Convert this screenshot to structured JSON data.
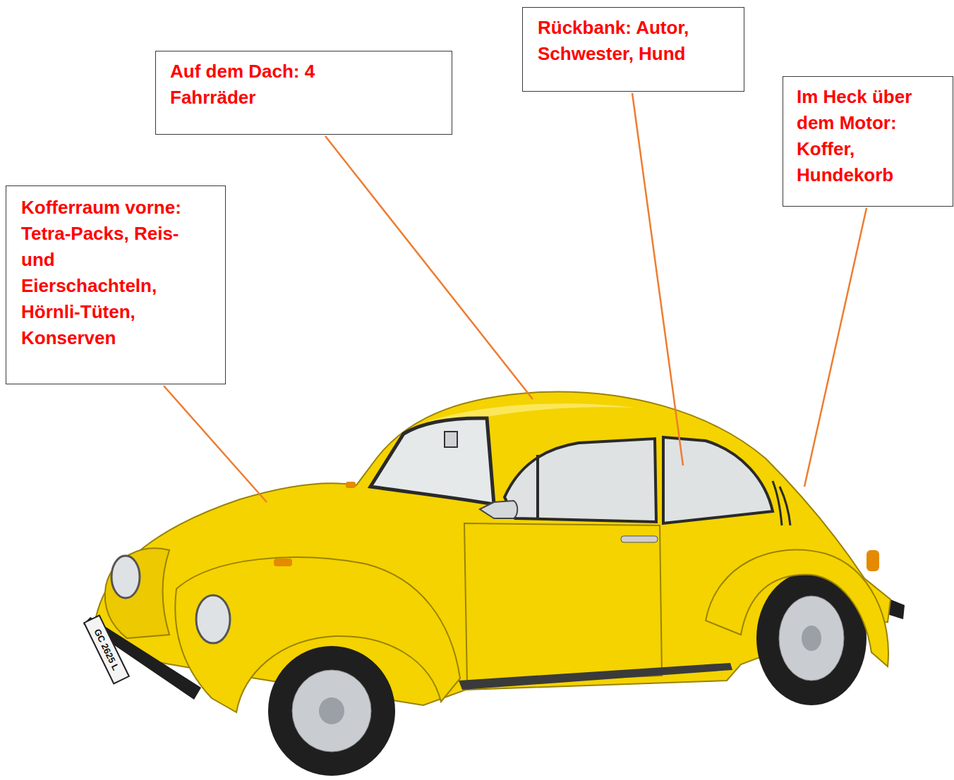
{
  "diagram": {
    "nodes": [
      {
        "text": [
          "Kofferraum vorne: Tetra-Packs, Reis- und Eierschachteln, Hörnli-Tüten, Konserven"
        ]
      },
      {
        "text": [
          "Auf dem Dach: 4 Fahrräder"
        ]
      },
      {
        "text": [
          "Rückbank: Autor, Schwester, Hund"
        ]
      },
      {
        "text": [
          "Im Heck über dem Motor: Koffer, Hundekorb"
        ]
      }
    ],
    "labels": [
      "GC 2625 L"
    ]
  }
}
